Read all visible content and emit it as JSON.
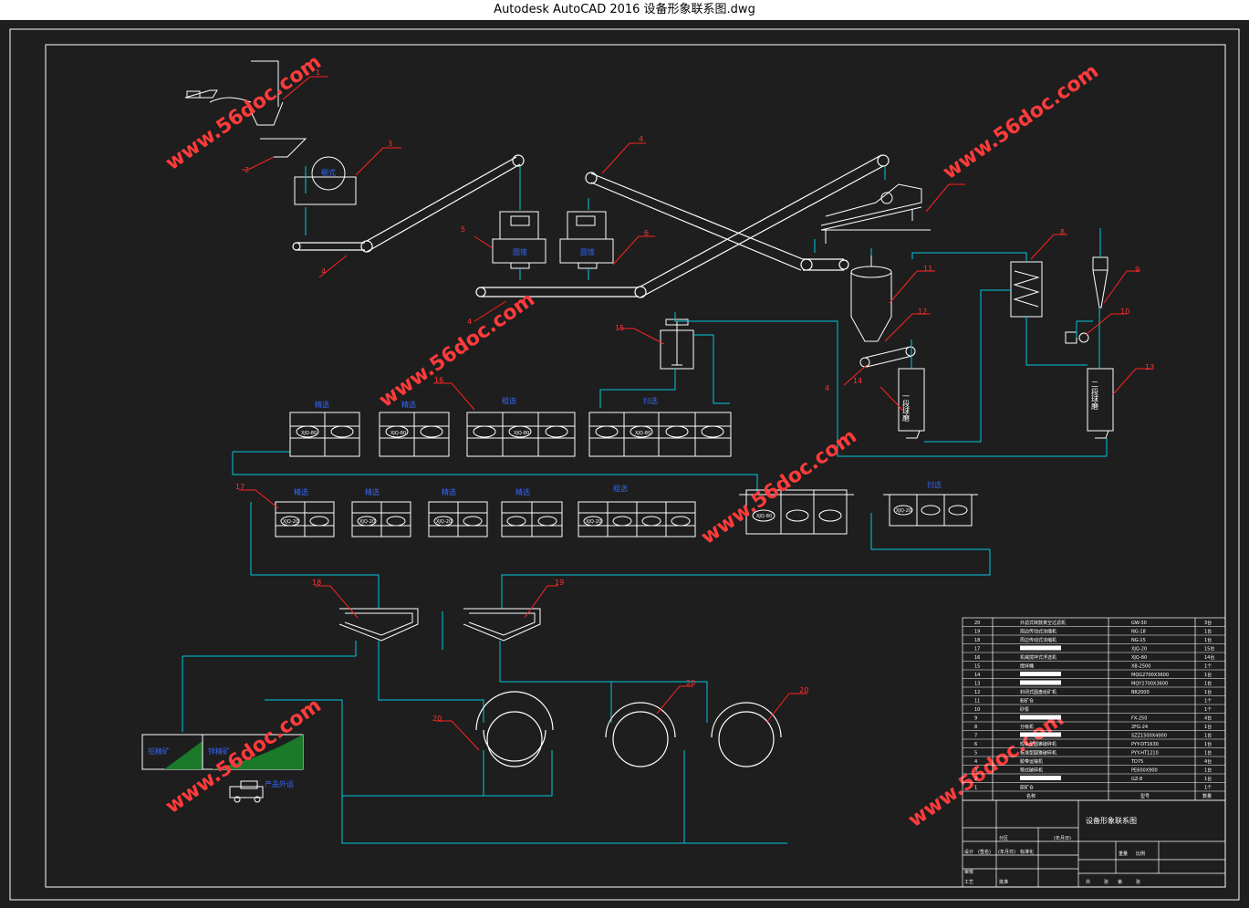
{
  "window": {
    "title": "Autodesk AutoCAD 2016     设备形象联系图.dwg"
  },
  "callouts": [
    "1",
    "2",
    "3",
    "4",
    "5",
    "6",
    "4",
    "4",
    "11",
    "12",
    "8",
    "9",
    "10",
    "13",
    "14",
    "4",
    "15",
    "16",
    "17",
    "18",
    "19",
    "20",
    "20",
    "20"
  ],
  "watermark": "www.56doc.com",
  "labels": {
    "crusher_small": "颚式",
    "cone": "圆锥",
    "cone2": "圆锥",
    "cell_xjq80": "XJQ-80",
    "cell_xjq20": "XJQ-20",
    "gs1": "一段球磨",
    "gs2": "二段球磨",
    "sweep1": "精选",
    "sweep2": "粗选",
    "sweep3": "扫选",
    "product1": "铅精矿",
    "product2": "锌精矿",
    "truck": "产品外运"
  },
  "table": {
    "rows": [
      {
        "no": "20",
        "name": "外滤式转鼓真空过滤机",
        "model": "GW-30",
        "qty": "3台"
      },
      {
        "no": "19",
        "name": "周边传动式浓缩机",
        "model": "NG-18",
        "qty": "1台"
      },
      {
        "no": "18",
        "name": "周边传动式浓缩机",
        "model": "NG-15",
        "qty": "1台"
      },
      {
        "no": "17",
        "name": "",
        "model": "XJQ-20",
        "qty": "15台"
      },
      {
        "no": "16",
        "name": "机械搅拌式浮选机",
        "model": "XJQ-80",
        "qty": "14台"
      },
      {
        "no": "15",
        "name": "搅拌桶",
        "model": "XB-2500",
        "qty": "1个"
      },
      {
        "no": "14",
        "name": "",
        "model": "MQG2700X3600",
        "qty": "1台"
      },
      {
        "no": "13",
        "name": "",
        "model": "MQY2700X3600",
        "qty": "1台"
      },
      {
        "no": "12",
        "name": "封闭式圆盘给矿机",
        "model": "BR2000",
        "qty": "1台"
      },
      {
        "no": "11",
        "name": "粉矿仓",
        "model": "",
        "qty": "1个"
      },
      {
        "no": "10",
        "name": "砂泵",
        "model": "",
        "qty": "1个"
      },
      {
        "no": "9",
        "name": "",
        "model": "FX-250",
        "qty": "4台"
      },
      {
        "no": "8",
        "name": "分级机",
        "model": "2FG-24",
        "qty": "1台"
      },
      {
        "no": "7",
        "name": "",
        "model": "SZZ1500X4000",
        "qty": "1台"
      },
      {
        "no": "6",
        "name": "短头型圆锥破碎机",
        "model": "PYY-DT1630",
        "qty": "1台"
      },
      {
        "no": "5",
        "name": "标准型圆锥破碎机",
        "model": "PYY-HT1210",
        "qty": "1台"
      },
      {
        "no": "4",
        "name": "胶带运输机",
        "model": "TD75",
        "qty": "4台"
      },
      {
        "no": "3",
        "name": "颚式破碎机",
        "model": "PE600X900",
        "qty": "1台"
      },
      {
        "no": "2",
        "name": "",
        "model": "GZ-8",
        "qty": "1台"
      },
      {
        "no": "1",
        "name": "原矿仓",
        "model": "",
        "qty": "1个"
      }
    ],
    "header": {
      "name": "名称",
      "model": "型号",
      "qty": "数量"
    },
    "title_block": {
      "drawing_title": "设备形象联系图",
      "row_a": "分区",
      "row_a2": "(年月日)",
      "design": "设计",
      "sign": "(签名)",
      "date": "(年月日)",
      "std": "标准化",
      "review": "审核",
      "craft": "工艺",
      "approve": "批准",
      "weight": "重量",
      "scale": "比例",
      "sheet_a": "共",
      "sheet_b": "张",
      "sheet_c": "第",
      "sheet_d": "张"
    }
  }
}
